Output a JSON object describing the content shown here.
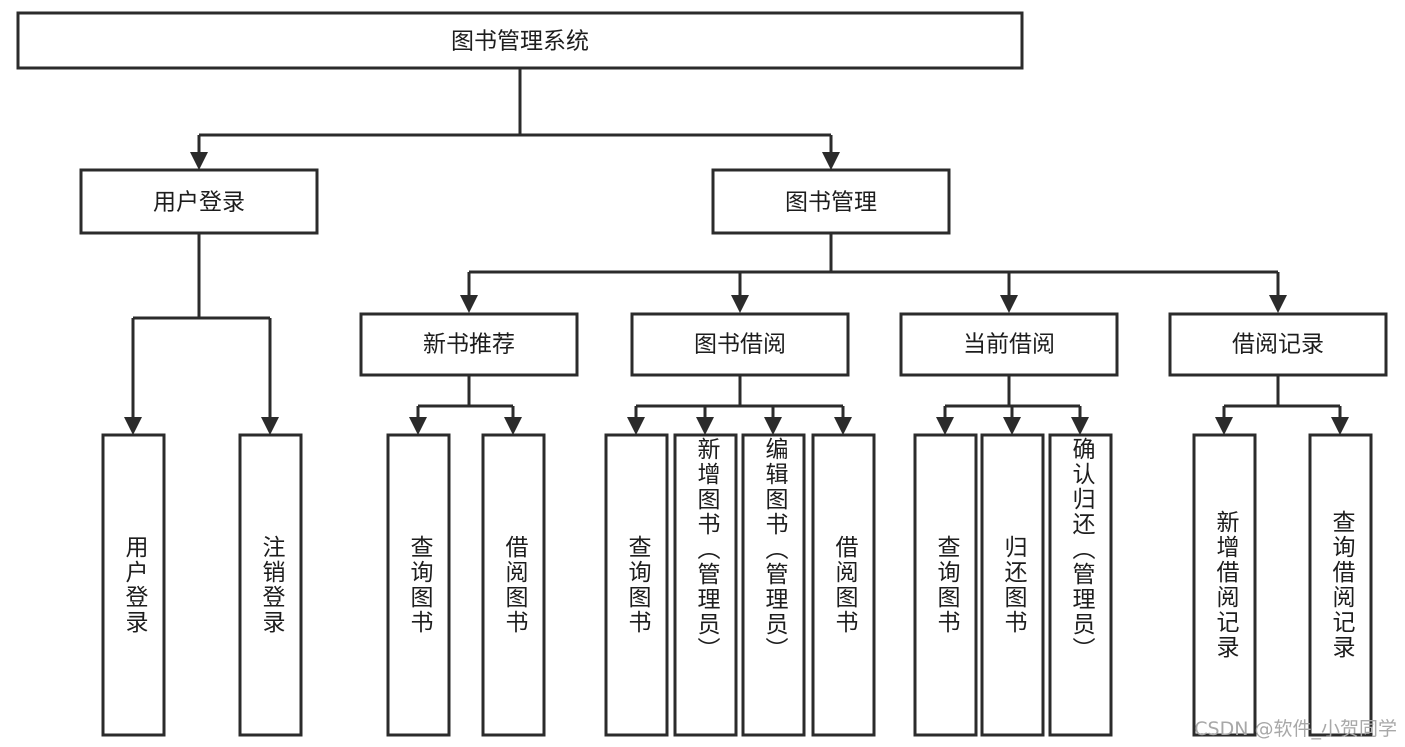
{
  "diagram": {
    "type": "tree",
    "title": "图书管理系统",
    "root": {
      "label": "图书管理系统"
    },
    "level2": [
      {
        "label": "用户登录"
      },
      {
        "label": "图书管理"
      }
    ],
    "level3": [
      {
        "label": "新书推荐"
      },
      {
        "label": "图书借阅"
      },
      {
        "label": "当前借阅"
      },
      {
        "label": "借阅记录"
      }
    ],
    "leaves": {
      "user_login": [
        {
          "label": "用户登录"
        },
        {
          "label": "注销登录"
        }
      ],
      "new_book_recommend": [
        {
          "label": "查询图书"
        },
        {
          "label": "借阅图书"
        }
      ],
      "book_borrow": [
        {
          "label": "查询图书"
        },
        {
          "label": "新增图书（管理员）"
        },
        {
          "label": "编辑图书（管理员）"
        },
        {
          "label": "借阅图书"
        }
      ],
      "current_borrow": [
        {
          "label": "查询图书"
        },
        {
          "label": "归还图书"
        },
        {
          "label": "确认归还（管理员）"
        }
      ],
      "borrow_record": [
        {
          "label": "新增借阅记录"
        },
        {
          "label": "查询借阅记录"
        }
      ]
    }
  },
  "watermark": {
    "text": "CSDN @软件_小贺同学"
  },
  "colors": {
    "stroke": "#2b2b2b",
    "fill": "#ffffff",
    "text": "#1d1d1d",
    "watermark": "#a8a8a8"
  }
}
